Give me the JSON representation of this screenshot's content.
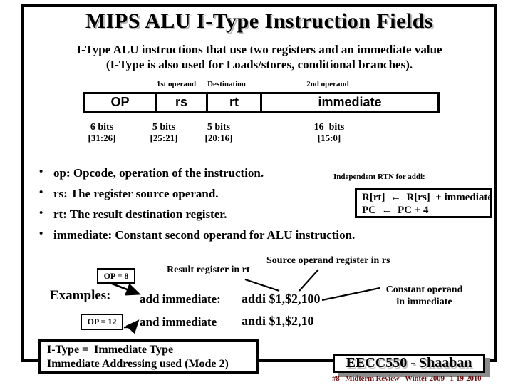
{
  "slide": {
    "title": "MIPS ALU I-Type Instruction Fields",
    "subtitle_line1": "I-Type ALU instructions that use two registers and an immediate value",
    "subtitle_line2": "(I-Type is also used for Loads/stores, conditional branches)."
  },
  "format_diagram": {
    "operand_labels": {
      "rs": "1st operand",
      "rt": "Destination",
      "immediate": "2nd operand"
    },
    "fields": [
      {
        "name": "OP",
        "bits": "6 bits",
        "range": "[31:26]"
      },
      {
        "name": "rs",
        "bits": "5 bits",
        "range": "[25:21]"
      },
      {
        "name": "rt",
        "bits": "5 bits",
        "range": "[20:16]"
      },
      {
        "name": "immediate",
        "bits": "16  bits",
        "range": "[15:0]"
      }
    ]
  },
  "bullet_glyph": "•",
  "bullets": [
    "op: Opcode, operation of the instruction.",
    "rs: The register source operand.",
    "rt: The result destination register.",
    "immediate:  Constant second operand for ALU instruction."
  ],
  "rtn": {
    "label": "Independent RTN for addi:",
    "line1": "R[rt]  ←  R[rs]  + immediate",
    "line2": "PC  ←  PC + 4"
  },
  "examples": {
    "heading": "Examples:",
    "op_add_label": "OP = 8",
    "op_and_label": "OP = 12",
    "add_name": "add immediate:",
    "add_code": "addi $1,$2,100",
    "and_name": "and immediate",
    "and_code": "andi $1,$2,10",
    "note_rt": "Result register in rt",
    "note_rs": "Source operand register in rs",
    "note_imm_line1": "Constant operand",
    "note_imm_line2": "in immediate"
  },
  "footer": {
    "itype_line1": "I-Type =  Immediate Type",
    "itype_line2": "Immediate Addressing used (Mode 2)",
    "course": "EECC550 - Shaaban",
    "credit": "#8   Midterm Review   Winter 2009   1-19-2010"
  },
  "colors": {
    "credit_text": "#6b1414",
    "shadow_gray": "#8a8a8a"
  }
}
